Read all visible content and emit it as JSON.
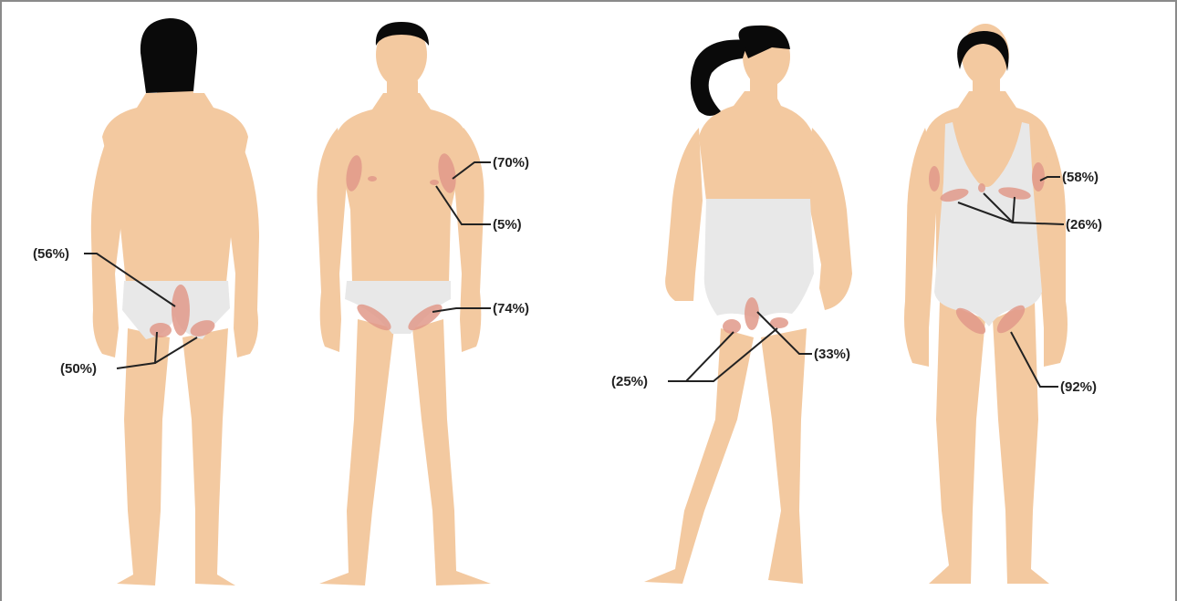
{
  "figures": [
    {
      "id": "male-back",
      "labels": [
        {
          "key": "buttock",
          "text": "(56%)"
        },
        {
          "key": "posterior-thigh",
          "text": "(50%)"
        }
      ]
    },
    {
      "id": "male-front",
      "labels": [
        {
          "key": "axilla",
          "text": "(70%)"
        },
        {
          "key": "breast",
          "text": "(5%)"
        },
        {
          "key": "groin",
          "text": "(74%)"
        }
      ]
    },
    {
      "id": "female-back",
      "labels": [
        {
          "key": "posterior-thigh",
          "text": "(25%)"
        },
        {
          "key": "buttock",
          "text": "(33%)"
        }
      ]
    },
    {
      "id": "female-front",
      "labels": [
        {
          "key": "axilla",
          "text": "(58%)"
        },
        {
          "key": "inframammary",
          "text": "(26%)"
        },
        {
          "key": "groin",
          "text": "(92%)"
        }
      ]
    }
  ],
  "colors": {
    "skin": "#f3c9a0",
    "hair": "#0a0a0a",
    "garment": "#e8e8e8",
    "lesion": "#e0998a",
    "frame": "#8a8a8a"
  }
}
